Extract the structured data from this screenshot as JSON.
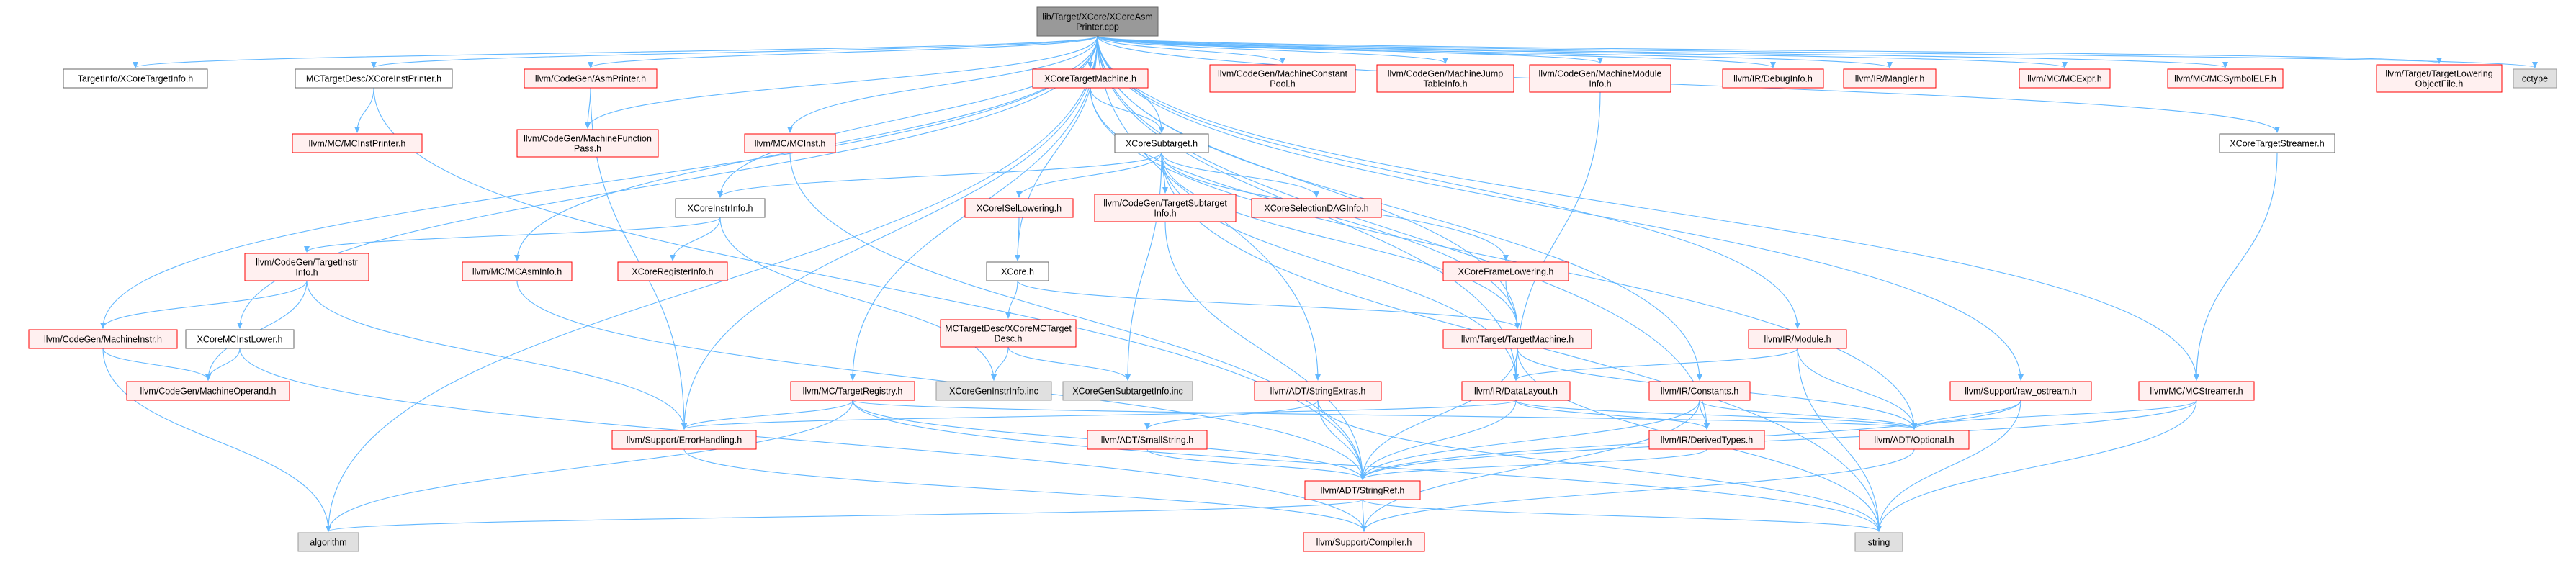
{
  "graph_title": "lib/Target/XCore/XCoreAsmPrinter.cpp",
  "colors": {
    "root_fill": "#999999",
    "root_border": "#666666",
    "normal_fill": "#ffffff",
    "normal_border": "#666666",
    "missing_fill": "#fff0f0",
    "missing_border": "#ff0000",
    "external_fill": "#e0e0e0",
    "external_border": "#999999",
    "edge": "#63b8ff"
  },
  "legend_note": "",
  "nodes": [
    {
      "id": "root",
      "lines": [
        "lib/Target/XCore/XCoreAsm",
        "Printer.cpp"
      ],
      "kind": "root"
    },
    {
      "id": "targetinfo",
      "lines": [
        "TargetInfo/XCoreTargetInfo.h"
      ],
      "kind": "normal"
    },
    {
      "id": "mctargetdesc_instprinter",
      "lines": [
        "MCTargetDesc/XCoreInstPrinter.h"
      ],
      "kind": "normal"
    },
    {
      "id": "asmprinter",
      "lines": [
        "llvm/CodeGen/AsmPrinter.h"
      ],
      "kind": "missing"
    },
    {
      "id": "xcoretargetmachine",
      "lines": [
        "XCoreTargetMachine.h"
      ],
      "kind": "missing"
    },
    {
      "id": "machineconstantpool",
      "lines": [
        "llvm/CodeGen/MachineConstant",
        "Pool.h"
      ],
      "kind": "missing"
    },
    {
      "id": "machinejumptable",
      "lines": [
        "llvm/CodeGen/MachineJump",
        "TableInfo.h"
      ],
      "kind": "missing"
    },
    {
      "id": "machinemoduleinfo",
      "lines": [
        "llvm/CodeGen/MachineModule",
        "Info.h"
      ],
      "kind": "missing"
    },
    {
      "id": "debuginfo",
      "lines": [
        "llvm/IR/DebugInfo.h"
      ],
      "kind": "missing"
    },
    {
      "id": "mangler",
      "lines": [
        "llvm/IR/Mangler.h"
      ],
      "kind": "missing"
    },
    {
      "id": "mcexpr",
      "lines": [
        "llvm/MC/MCExpr.h"
      ],
      "kind": "missing"
    },
    {
      "id": "mcsymbolelf",
      "lines": [
        "llvm/MC/MCSymbolELF.h"
      ],
      "kind": "missing"
    },
    {
      "id": "tlof",
      "lines": [
        "llvm/Target/TargetLowering",
        "ObjectFile.h"
      ],
      "kind": "missing"
    },
    {
      "id": "cctype",
      "lines": [
        "cctype"
      ],
      "kind": "external"
    },
    {
      "id": "mcinstprinter",
      "lines": [
        "llvm/MC/MCInstPrinter.h"
      ],
      "kind": "missing"
    },
    {
      "id": "machinefunctionpass",
      "lines": [
        "llvm/CodeGen/MachineFunction",
        "Pass.h"
      ],
      "kind": "missing"
    },
    {
      "id": "mcinst",
      "lines": [
        "llvm/MC/MCInst.h"
      ],
      "kind": "missing"
    },
    {
      "id": "xcoresubtarget",
      "lines": [
        "XCoreSubtarget.h"
      ],
      "kind": "normal"
    },
    {
      "id": "xcoretargetstreamer",
      "lines": [
        "XCoreTargetStreamer.h"
      ],
      "kind": "normal"
    },
    {
      "id": "xcoreinstrinfo",
      "lines": [
        "XCoreInstrInfo.h"
      ],
      "kind": "normal"
    },
    {
      "id": "xcoreisellowering",
      "lines": [
        "XCoreISelLowering.h"
      ],
      "kind": "missing"
    },
    {
      "id": "targetsubtargetinfo",
      "lines": [
        "llvm/CodeGen/TargetSubtarget",
        "Info.h"
      ],
      "kind": "missing"
    },
    {
      "id": "xcoreselectiondag",
      "lines": [
        "XCoreSelectionDAGInfo.h"
      ],
      "kind": "missing"
    },
    {
      "id": "targetinstrinfo",
      "lines": [
        "llvm/CodeGen/TargetInstr",
        "Info.h"
      ],
      "kind": "missing"
    },
    {
      "id": "mcasminfo",
      "lines": [
        "llvm/MC/MCAsmInfo.h"
      ],
      "kind": "missing"
    },
    {
      "id": "xcoreregisterinfo",
      "lines": [
        "XCoreRegisterInfo.h"
      ],
      "kind": "missing"
    },
    {
      "id": "xcoreh",
      "lines": [
        "XCore.h"
      ],
      "kind": "normal"
    },
    {
      "id": "xcoreframelowering",
      "lines": [
        "XCoreFrameLowering.h"
      ],
      "kind": "missing"
    },
    {
      "id": "irmodule",
      "lines": [
        "llvm/IR/Module.h"
      ],
      "kind": "missing"
    },
    {
      "id": "machineinstr",
      "lines": [
        "llvm/CodeGen/MachineInstr.h"
      ],
      "kind": "missing"
    },
    {
      "id": "xcoremcinstlower",
      "lines": [
        "XCoreMCInstLower.h"
      ],
      "kind": "normal"
    },
    {
      "id": "xcoremctargetdesc",
      "lines": [
        "MCTargetDesc/XCoreMCTarget",
        "Desc.h"
      ],
      "kind": "missing"
    },
    {
      "id": "targetmachine",
      "lines": [
        "llvm/Target/TargetMachine.h"
      ],
      "kind": "missing"
    },
    {
      "id": "machineoperand",
      "lines": [
        "llvm/CodeGen/MachineOperand.h"
      ],
      "kind": "missing"
    },
    {
      "id": "genInstrInfo",
      "lines": [
        "XCoreGenInstrInfo.inc"
      ],
      "kind": "external"
    },
    {
      "id": "genSubtargetInfo",
      "lines": [
        "XCoreGenSubtargetInfo.inc"
      ],
      "kind": "external"
    },
    {
      "id": "mctargetregistry",
      "lines": [
        "llvm/MC/TargetRegistry.h"
      ],
      "kind": "missing"
    },
    {
      "id": "stringextras",
      "lines": [
        "llvm/ADT/StringExtras.h"
      ],
      "kind": "missing"
    },
    {
      "id": "irconstants",
      "lines": [
        "llvm/IR/Constants.h"
      ],
      "kind": "missing"
    },
    {
      "id": "datalayout",
      "lines": [
        "llvm/IR/DataLayout.h"
      ],
      "kind": "missing"
    },
    {
      "id": "rawostream",
      "lines": [
        "llvm/Support/raw_ostream.h"
      ],
      "kind": "missing"
    },
    {
      "id": "mcstreamer",
      "lines": [
        "llvm/MC/MCStreamer.h"
      ],
      "kind": "missing"
    },
    {
      "id": "errorhandling",
      "lines": [
        "llvm/Support/ErrorHandling.h"
      ],
      "kind": "missing"
    },
    {
      "id": "smallstring",
      "lines": [
        "llvm/ADT/SmallString.h"
      ],
      "kind": "missing"
    },
    {
      "id": "derivedtypes",
      "lines": [
        "llvm/IR/DerivedTypes.h"
      ],
      "kind": "missing"
    },
    {
      "id": "optional",
      "lines": [
        "llvm/ADT/Optional.h"
      ],
      "kind": "missing"
    },
    {
      "id": "stringref",
      "lines": [
        "llvm/ADT/StringRef.h"
      ],
      "kind": "missing"
    },
    {
      "id": "algorithm",
      "lines": [
        "algorithm"
      ],
      "kind": "external"
    },
    {
      "id": "compiler",
      "lines": [
        "llvm/Support/Compiler.h"
      ],
      "kind": "missing"
    },
    {
      "id": "string",
      "lines": [
        "string"
      ],
      "kind": "external"
    }
  ],
  "edges": [
    [
      "root",
      "targetinfo"
    ],
    [
      "root",
      "mctargetdesc_instprinter"
    ],
    [
      "root",
      "asmprinter"
    ],
    [
      "root",
      "xcoretargetmachine"
    ],
    [
      "root",
      "machineconstantpool"
    ],
    [
      "root",
      "machinejumptable"
    ],
    [
      "root",
      "machinemoduleinfo"
    ],
    [
      "root",
      "debuginfo"
    ],
    [
      "root",
      "mangler"
    ],
    [
      "root",
      "mcexpr"
    ],
    [
      "root",
      "mcsymbolelf"
    ],
    [
      "root",
      "tlof"
    ],
    [
      "root",
      "cctype"
    ],
    [
      "root",
      "machinefunctionpass"
    ],
    [
      "root",
      "mcinst"
    ],
    [
      "root",
      "xcoresubtarget"
    ],
    [
      "root",
      "xcoretargetstreamer"
    ],
    [
      "root",
      "xcoreinstrinfo"
    ],
    [
      "root",
      "mcasminfo"
    ],
    [
      "root",
      "xcoreh"
    ],
    [
      "root",
      "irmodule"
    ],
    [
      "root",
      "machineinstr"
    ],
    [
      "root",
      "xcoremcinstlower"
    ],
    [
      "root",
      "mctargetregistry"
    ],
    [
      "root",
      "stringextras"
    ],
    [
      "root",
      "irconstants"
    ],
    [
      "root",
      "datalayout"
    ],
    [
      "root",
      "rawostream"
    ],
    [
      "root",
      "mcstreamer"
    ],
    [
      "root",
      "errorhandling"
    ],
    [
      "root",
      "derivedtypes"
    ],
    [
      "root",
      "algorithm"
    ],
    [
      "root",
      "targetmachine"
    ],
    [
      "mctargetdesc_instprinter",
      "mcinstprinter"
    ],
    [
      "mctargetdesc_instprinter",
      "stringref"
    ],
    [
      "asmprinter",
      "machinefunctionpass"
    ],
    [
      "asmprinter",
      "errorhandling"
    ],
    [
      "xcoretargetmachine",
      "xcoresubtarget"
    ],
    [
      "xcoretargetmachine",
      "targetmachine"
    ],
    [
      "xcoretargetmachine",
      "optional"
    ],
    [
      "machinemoduleinfo",
      "datalayout"
    ],
    [
      "xcoresubtarget",
      "xcoreinstrinfo"
    ],
    [
      "xcoresubtarget",
      "xcoreisellowering"
    ],
    [
      "xcoresubtarget",
      "targetsubtargetinfo"
    ],
    [
      "xcoresubtarget",
      "xcoreselectiondag"
    ],
    [
      "xcoresubtarget",
      "xcoreframelowering"
    ],
    [
      "xcoresubtarget",
      "genSubtargetInfo"
    ],
    [
      "xcoresubtarget",
      "targetmachine"
    ],
    [
      "xcoresubtarget",
      "datalayout"
    ],
    [
      "xcoresubtarget",
      "string"
    ],
    [
      "xcoretargetstreamer",
      "mcstreamer"
    ],
    [
      "xcoreinstrinfo",
      "targetinstrinfo"
    ],
    [
      "xcoreinstrinfo",
      "xcoreregisterinfo"
    ],
    [
      "xcoreinstrinfo",
      "genInstrInfo"
    ],
    [
      "xcoreisellowering",
      "xcoreh"
    ],
    [
      "targetsubtargetinfo",
      "stringref"
    ],
    [
      "targetinstrinfo",
      "machineinstr"
    ],
    [
      "targetinstrinfo",
      "machineoperand"
    ],
    [
      "targetinstrinfo",
      "errorhandling"
    ],
    [
      "mcasminfo",
      "stringref"
    ],
    [
      "xcoreh",
      "xcoremctargetdesc"
    ],
    [
      "xcoreh",
      "targetmachine"
    ],
    [
      "xcoreframelowering",
      "targetmachine"
    ],
    [
      "irmodule",
      "datalayout"
    ],
    [
      "irmodule",
      "optional"
    ],
    [
      "irmodule",
      "string"
    ],
    [
      "machineinstr",
      "machineoperand"
    ],
    [
      "machineinstr",
      "algorithm"
    ],
    [
      "xcoremcinstlower",
      "machineoperand"
    ],
    [
      "xcoremcinstlower",
      "compiler"
    ],
    [
      "xcoremctargetdesc",
      "genInstrInfo"
    ],
    [
      "xcoremctargetdesc",
      "genSubtargetInfo"
    ],
    [
      "targetmachine",
      "datalayout"
    ],
    [
      "targetmachine",
      "stringref"
    ],
    [
      "targetmachine",
      "optional"
    ],
    [
      "targetmachine",
      "string"
    ],
    [
      "mcinst",
      "stringref"
    ],
    [
      "mctargetregistry",
      "errorhandling"
    ],
    [
      "mctargetregistry",
      "stringref"
    ],
    [
      "mctargetregistry",
      "algorithm"
    ],
    [
      "mctargetregistry",
      "optional"
    ],
    [
      "mctargetregistry",
      "string"
    ],
    [
      "stringextras",
      "smallstring"
    ],
    [
      "stringextras",
      "stringref"
    ],
    [
      "stringextras",
      "string"
    ],
    [
      "irconstants",
      "derivedtypes"
    ],
    [
      "irconstants",
      "optional"
    ],
    [
      "irconstants",
      "stringref"
    ],
    [
      "irconstants",
      "compiler"
    ],
    [
      "datalayout",
      "derivedtypes"
    ],
    [
      "datalayout",
      "stringref"
    ],
    [
      "datalayout",
      "errorhandling"
    ],
    [
      "datalayout",
      "optional"
    ],
    [
      "rawostream",
      "optional"
    ],
    [
      "rawostream",
      "string"
    ],
    [
      "rawostream",
      "stringref"
    ],
    [
      "mcstreamer",
      "optional"
    ],
    [
      "mcstreamer",
      "stringref"
    ],
    [
      "mcstreamer",
      "string"
    ],
    [
      "errorhandling",
      "compiler"
    ],
    [
      "smallstring",
      "stringref"
    ],
    [
      "derivedtypes",
      "stringref"
    ],
    [
      "optional",
      "compiler"
    ],
    [
      "stringref",
      "compiler"
    ],
    [
      "stringref",
      "string"
    ],
    [
      "stringref",
      "algorithm"
    ]
  ]
}
